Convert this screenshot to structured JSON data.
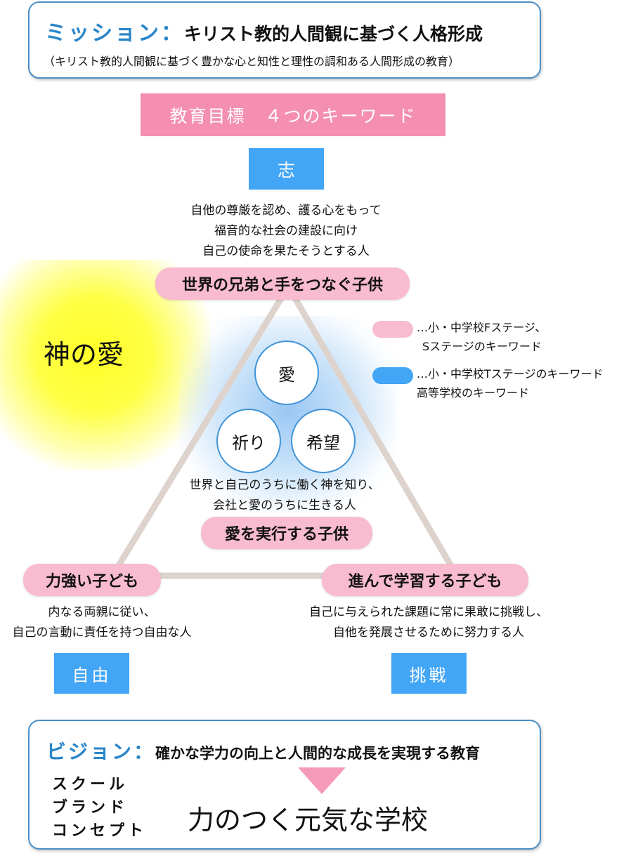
{
  "mission": {
    "label": "ミッション：",
    "text": "キリスト教的人間観に基づく人格形成",
    "sub": "（キリスト教的人間観に基づく豊かな心と知性と理性の調和ある人間形成の教育）"
  },
  "goals_header": "教育目標　４つのキーワード",
  "keywords": {
    "top": "志",
    "left": "自由",
    "right": "挑戦"
  },
  "top_desc": [
    "自他の尊厳を認め、護る心をもって",
    "福音的な社会の建設に向け",
    "自己の使命を果たそうとする人"
  ],
  "pills": {
    "top": "世界の兄弟と手をつなぐ子供",
    "center": "愛を実行する子供",
    "left": "力強い子ども",
    "right": "進んで学習する子ども"
  },
  "god_love": "神の愛",
  "circles": [
    "愛",
    "祈り",
    "希望"
  ],
  "center_desc": [
    "世界と自己のうちに働く神を知り、",
    "会社と愛のうちに生きる人"
  ],
  "left_desc": [
    "内なる両親に従い、",
    "自己の言動に責任を持つ自由な人"
  ],
  "right_desc": [
    "自己に与えられた課題に常に果敢に挑戦し、",
    "自他を発展させるために努力する人"
  ],
  "legend": [
    {
      "color": "#f8bbd0",
      "lines": [
        "…小・中学校Fステージ、",
        "Sステージのキーワード"
      ]
    },
    {
      "color": "#42a5f5",
      "lines": [
        "…小・中学校Tステージのキーワード",
        "高等学校のキーワード"
      ]
    }
  ],
  "vision": {
    "label": "ビジョン：",
    "text": "確かな学力の向上と人間的な成長を実現する教育",
    "brand_lines": [
      "スクール",
      "ブランド",
      "コンセプト"
    ],
    "concept": "力のつく元気な学校"
  },
  "colors": {
    "pink": "#f48fb1",
    "light_pink": "#f8bbd0",
    "blue": "#42a5f5",
    "accent_blue": "#2a86c9",
    "triangle": "#ddd3cc",
    "glow_yellow": "#ffff33"
  }
}
